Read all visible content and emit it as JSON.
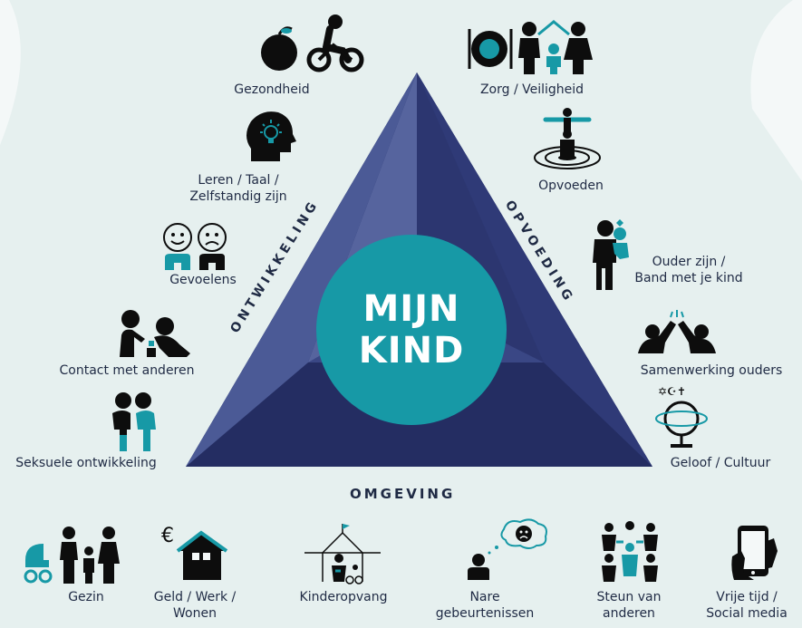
{
  "center": {
    "line1": "MIJN",
    "line2": "KIND"
  },
  "sides": {
    "left": "ONTWIKKELING",
    "right": "OPVOEDING",
    "bottom": "OMGEVING"
  },
  "left_items": [
    {
      "label": "Gezondheid",
      "icon": "apple-bicycle-icon"
    },
    {
      "label": "Leren / Taal /\nZelfstandig zijn",
      "icon": "head-lightbulb-icon"
    },
    {
      "label": "Gevoelens",
      "icon": "happy-sad-faces-icon"
    },
    {
      "label": "Contact met anderen",
      "icon": "children-playing-icon"
    },
    {
      "label": "Seksuele ontwikkeling",
      "icon": "couple-icon"
    }
  ],
  "right_items": [
    {
      "label": "Zorg / Veiligheid",
      "icon": "plate-family-roof-icon"
    },
    {
      "label": "Opvoeden",
      "icon": "figure-on-target-icon"
    },
    {
      "label": "Ouder zijn /\nBand met je kind",
      "icon": "parent-holding-child-icon"
    },
    {
      "label": "Samenwerking ouders",
      "icon": "high-five-icon"
    },
    {
      "label": "Geloof / Cultuur",
      "icon": "globe-religion-icon"
    }
  ],
  "bottom_items": [
    {
      "label": "Gezin",
      "icon": "family-stroller-icon"
    },
    {
      "label": "Geld / Werk /\nWonen",
      "icon": "euro-house-icon"
    },
    {
      "label": "Kinderopvang",
      "icon": "daycare-icon"
    },
    {
      "label": "Nare\ngebeurtenissen",
      "icon": "sad-thought-icon"
    },
    {
      "label": "Steun van\nanderen",
      "icon": "group-support-icon"
    },
    {
      "label": "Vrije tijd /\nSocial media",
      "icon": "hand-phone-icon"
    }
  ],
  "colors": {
    "dark_navy": "#1f2a44",
    "teal": "#1799a6",
    "tri_left": "#4b5a96",
    "tri_right": "#2f3a77",
    "tri_bottom": "#242d62",
    "bg": "#e6f0ef"
  }
}
